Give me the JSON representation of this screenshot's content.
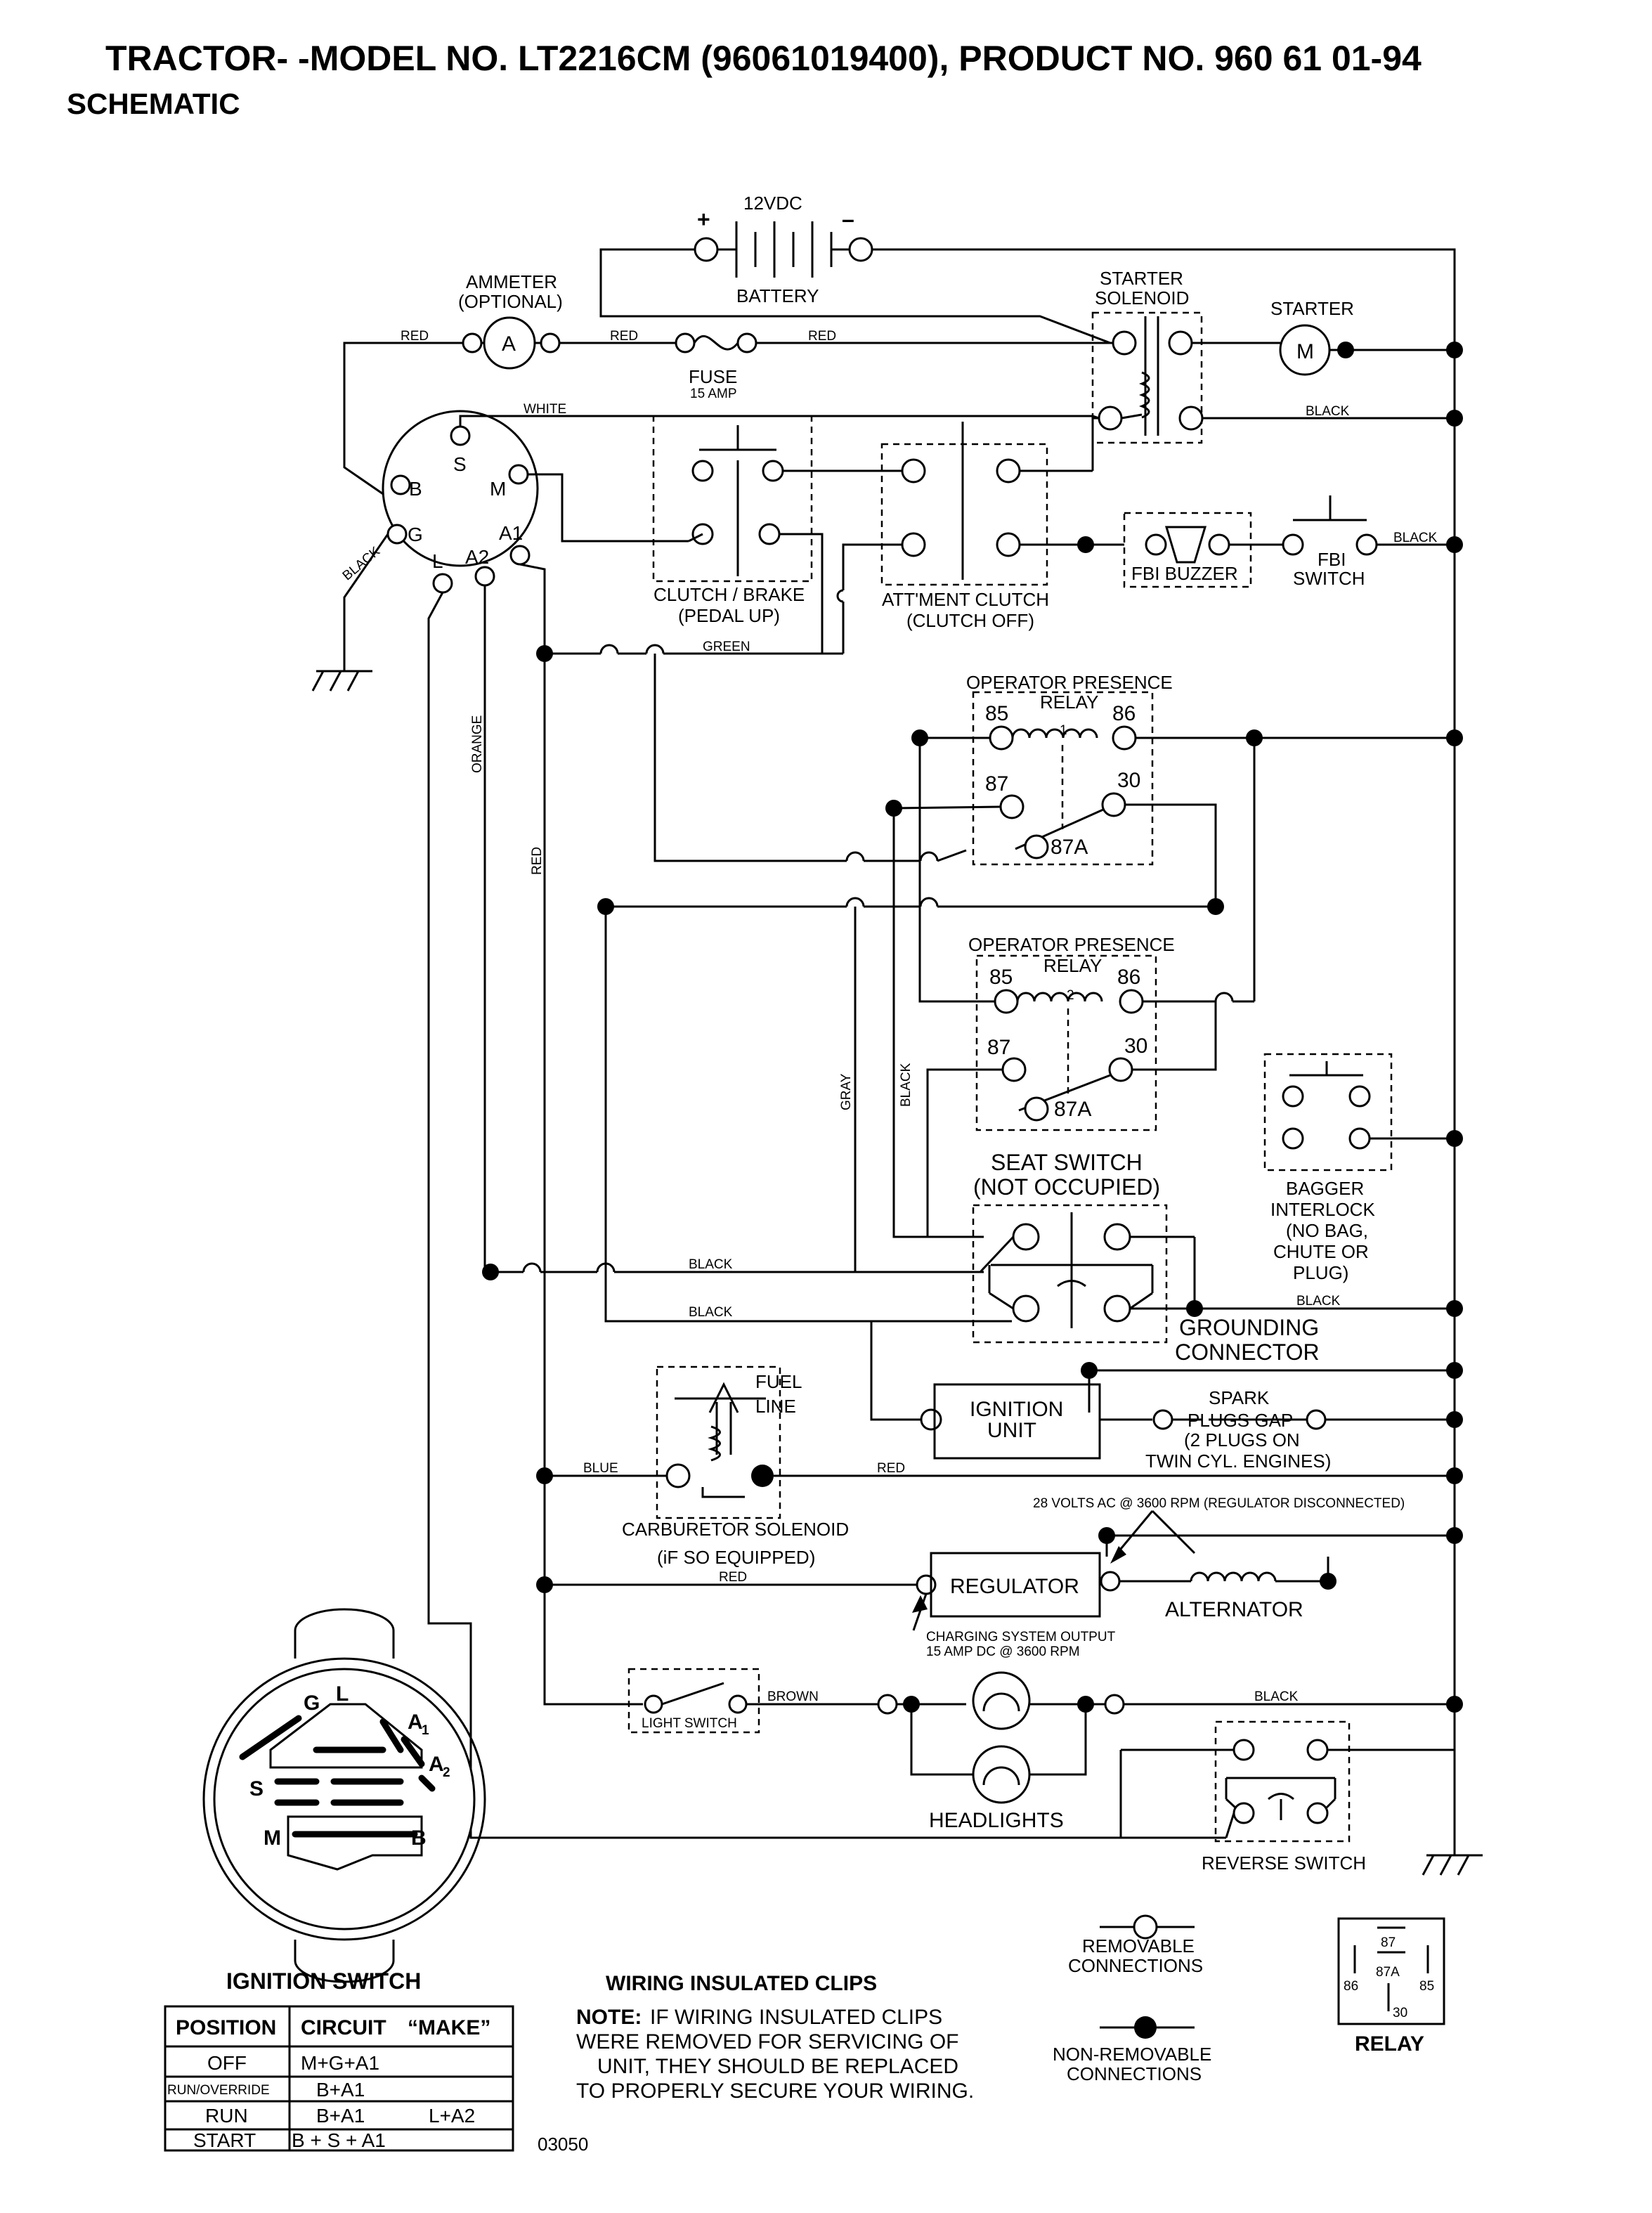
{
  "header": {
    "title": "TRACTOR- -MODEL NO. LT2216CM (96061019400), PRODUCT NO. 960 61 01-94",
    "subtitle": "SCHEMATIC"
  },
  "components": {
    "battery_voltage": "12VDC",
    "battery": "BATTERY",
    "battery_plus": "+",
    "battery_minus": "–",
    "ammeter": "AMMETER",
    "ammeter_opt": "(OPTIONAL)",
    "ammeter_symbol": "A",
    "fuse": "FUSE",
    "fuse_rating": "15 AMP",
    "starter_solenoid_1": "STARTER",
    "starter_solenoid_2": "SOLENOID",
    "starter": "STARTER",
    "starter_symbol": "M",
    "clutch_brake_1": "CLUTCH / BRAKE",
    "clutch_brake_2": "(PEDAL UP)",
    "attment_1": "ATT'MENT CLUTCH",
    "attment_2": "(CLUTCH OFF)",
    "fbi_buzzer": "FBI BUZZER",
    "fbi_switch_1": "FBI",
    "fbi_switch_2": "SWITCH",
    "relay1_1": "OPERATOR PRESENCE",
    "relay1_2": "RELAY",
    "relay1_num": "1",
    "relay2_1": "OPERATOR PRESENCE",
    "relay2_2": "RELAY",
    "relay2_num": "2",
    "pin85": "85",
    "pin86": "86",
    "pin87": "87",
    "pin30": "30",
    "pin87a": "87A",
    "seat_1": "SEAT SWITCH",
    "seat_2": "(NOT OCCUPIED)",
    "bagger_1": "BAGGER",
    "bagger_2": "INTERLOCK",
    "bagger_3": "(NO BAG,",
    "bagger_4": "CHUTE OR",
    "bagger_5": "PLUG)",
    "grounding_1": "GROUNDING",
    "grounding_2": "CONNECTOR",
    "fuel_1": "FUEL",
    "fuel_2": "LINE",
    "ignition_unit_1": "IGNITION",
    "ignition_unit_2": "UNIT",
    "spark_1": "SPARK",
    "spark_2": "PLUGS GAP",
    "spark_3": "(2 PLUGS ON",
    "spark_4": "TWIN CYL. ENGINES)",
    "carb_1": "CARBURETOR SOLENOID",
    "carb_2": "(iF SO EQUIPPED)",
    "volts_note": "28 VOLTS AC @ 3600 RPM (REGULATOR DISCONNECTED)",
    "regulator": "REGULATOR",
    "alternator": "ALTERNATOR",
    "charging_1": "CHARGING SYSTEM OUTPUT",
    "charging_2": "15 AMP DC @ 3600 RPM",
    "light_switch": "LIGHT SWITCH",
    "headlights": "HEADLIGHTS",
    "reverse_switch": "REVERSE SWITCH"
  },
  "switch_terminals": {
    "s": "S",
    "b": "B",
    "m": "M",
    "g": "G",
    "l": "L",
    "a2": "A2",
    "a1": "A1"
  },
  "wire_colors": {
    "red": "RED",
    "white": "WHITE",
    "black": "BLACK",
    "green": "GREEN",
    "orange": "ORANGE",
    "gray": "GRAY",
    "blue": "BLUE",
    "brown": "BROWN"
  },
  "ignition_switch": {
    "title": "IGNITION SWITCH",
    "face": {
      "g": "G",
      "l": "L",
      "a1": "A",
      "a1_sub": "1",
      "a2": "A",
      "a2_sub": "2",
      "s": "S",
      "m": "M",
      "b": "B"
    },
    "headers": [
      "POSITION",
      "CIRCUIT",
      "“MAKE”"
    ],
    "rows": [
      {
        "position": "OFF",
        "circuit": "M+G+A1",
        "make": ""
      },
      {
        "position": "RUN/OVERRIDE",
        "circuit": "B+A1",
        "make": ""
      },
      {
        "position": "RUN",
        "circuit": "B+A1",
        "make": "L+A2"
      },
      {
        "position": "START",
        "circuit": "B + S + A1",
        "make": ""
      }
    ]
  },
  "notes": {
    "clips_title": "WIRING INSULATED CLIPS",
    "note_label": "NOTE:",
    "note_line1": "IF WIRING INSULATED CLIPS",
    "note_line2": "WERE REMOVED FOR SERVICING OF",
    "note_line3": "UNIT, THEY SHOULD BE REPLACED",
    "note_line4": "TO PROPERLY SECURE YOUR WIRING.",
    "code": "03050"
  },
  "legend": {
    "removable_1": "REMOVABLE",
    "removable_2": "CONNECTIONS",
    "nonremovable_1": "NON-REMOVABLE",
    "nonremovable_2": "CONNECTIONS",
    "relay": "RELAY",
    "relay_87": "87",
    "relay_87a": "87A",
    "relay_86": "86",
    "relay_85": "85",
    "relay_30": "30"
  }
}
